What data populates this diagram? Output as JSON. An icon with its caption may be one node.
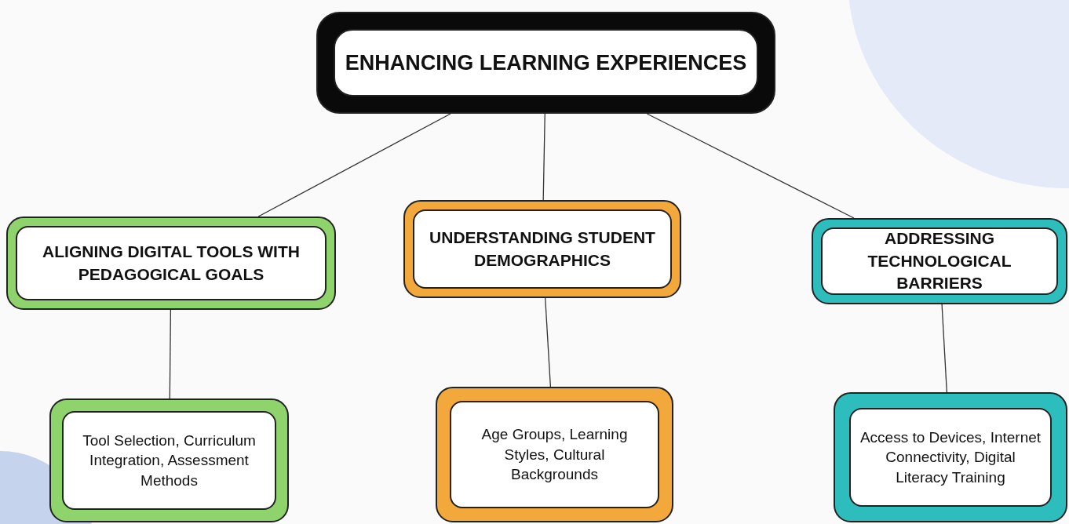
{
  "diagram": {
    "nodes": [
      {
        "text": [
          "ENHANCING LEARNING EXPERIENCES"
        ]
      },
      {
        "text": [
          "ALIGNING DIGITAL TOOLS WITH PEDAGOGICAL GOALS"
        ]
      },
      {
        "text": [
          "UNDERSTANDING STUDENT DEMOGRAPHICS"
        ]
      },
      {
        "text": [
          "ADDRESSING TECHNOLOGICAL BARRIERS"
        ]
      },
      {
        "text": [
          "Tool Selection, Curriculum Integration, Assessment Methods"
        ]
      },
      {
        "text": [
          "Age Groups, Learning Styles, Cultural Backgrounds"
        ]
      },
      {
        "text": [
          "Access to Devices, Internet Connectivity, Digital Literacy Training"
        ]
      }
    ],
    "edges": [
      {
        "from": 0,
        "to": 1,
        "arrow": "none"
      },
      {
        "from": 0,
        "to": 2,
        "arrow": "none"
      },
      {
        "from": 0,
        "to": 3,
        "arrow": "none"
      },
      {
        "from": 1,
        "to": 4,
        "arrow": "none"
      },
      {
        "from": 2,
        "to": 5,
        "arrow": "none"
      },
      {
        "from": 3,
        "to": 6,
        "arrow": "none"
      }
    ]
  }
}
